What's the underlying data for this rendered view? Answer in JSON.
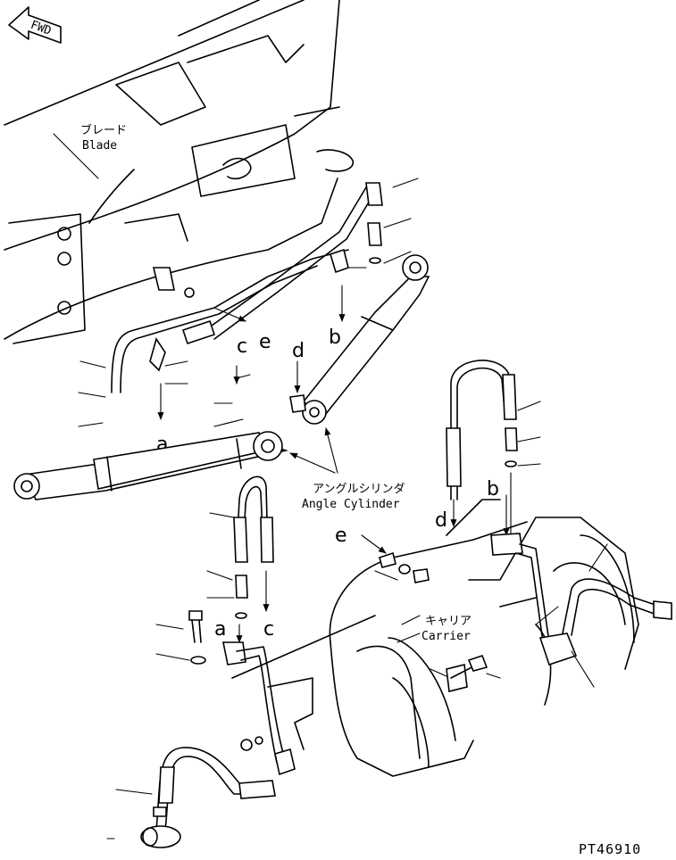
{
  "fwd": "FWD",
  "labels": {
    "blade_jp": "ブレード",
    "blade_en": "Blade",
    "angle_cylinder_jp": "アングルシリンダ",
    "angle_cylinder_en": "Angle Cylinder",
    "carrier_jp": "キャリア",
    "carrier_en": "Carrier"
  },
  "letters": {
    "a1": "a",
    "a2": "a",
    "b1": "b",
    "b2": "b",
    "c1": "c",
    "c2": "c",
    "d1": "d",
    "d2": "d",
    "e1": "e",
    "e2": "e"
  },
  "part_code": "PT46910"
}
